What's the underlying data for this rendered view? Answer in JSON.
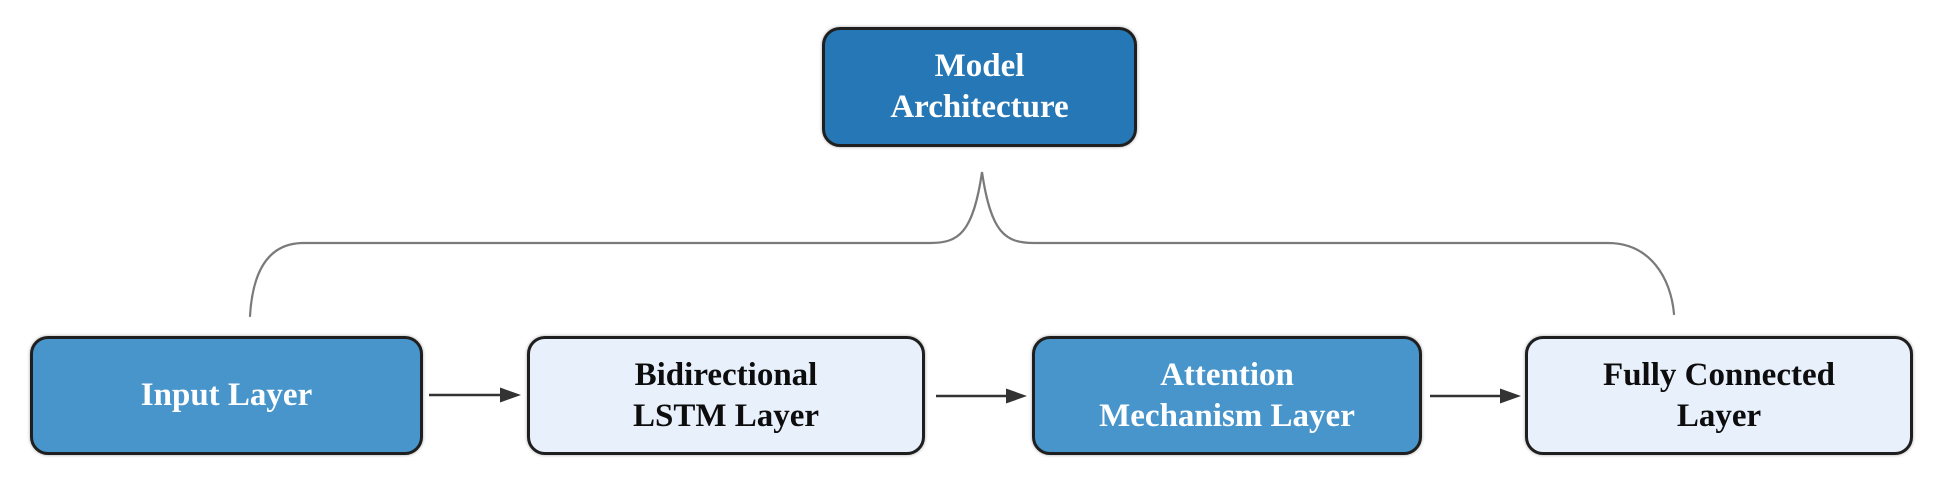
{
  "colors": {
    "background": "#ffffff",
    "box_dark_blue": "#2677b5",
    "box_medium_blue": "#4895cb",
    "box_light_blue": "#e8f0fb",
    "box_border": "#1f1f1f",
    "arrow": "#333333",
    "brace": "#7a7a7a",
    "text_on_blue": "#ffffff",
    "text_on_light": "#0d0d0d"
  },
  "diagram": {
    "root": {
      "label": "Model\nArchitecture"
    },
    "layers": [
      {
        "label": "Input Layer"
      },
      {
        "label": "Bidirectional\nLSTM Layer"
      },
      {
        "label": "Attention\nMechanism Layer"
      },
      {
        "label": "Fully Connected\nLayer"
      }
    ]
  }
}
